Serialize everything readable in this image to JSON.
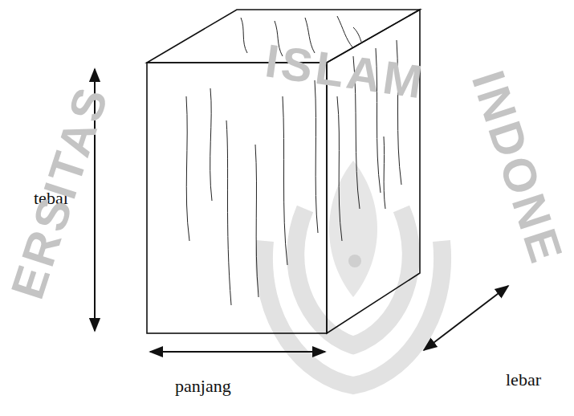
{
  "diagram": {
    "labels": [
      "tebal",
      "panjang",
      "lebar",
      "ISLAM",
      "ERSITAS",
      "INDONE"
    ]
  }
}
